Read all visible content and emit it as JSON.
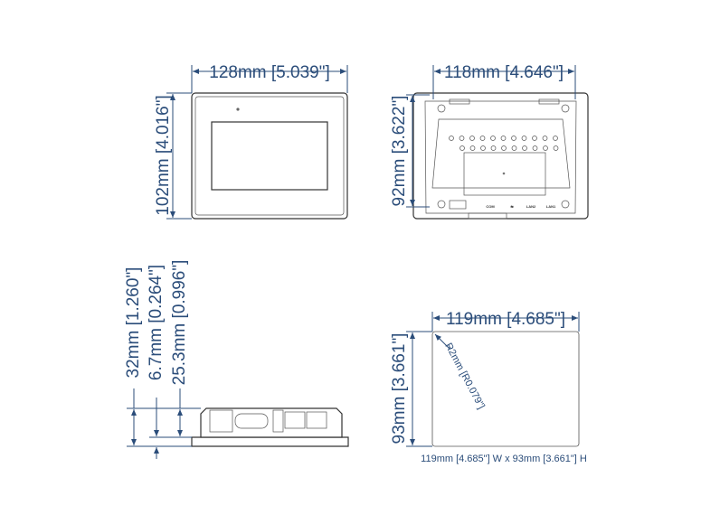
{
  "front_view": {
    "width_label": "128mm [5.039\"]",
    "height_label": "102mm [4.016\"]"
  },
  "back_view": {
    "width_label": "118mm [4.646\"]",
    "height_label": "92mm [3.622\"]",
    "port_labels": [
      "COM",
      "LAN2",
      "LAN1"
    ]
  },
  "side_view": {
    "total_depth_label": "32mm [1.260\"]",
    "bezel_label": "6.7mm [0.264\"]",
    "body_label": "25.3mm [0.996\"]"
  },
  "cutout": {
    "width_label": "119mm [4.685\"]",
    "height_label": "93mm [3.661\"]",
    "radius_label": "R2mm [R0.079\"]",
    "caption": "119mm [4.685\"] W x 93mm [3.661\"] H"
  },
  "colors": {
    "dimension": "#2b4d7a",
    "outline": "#333333"
  }
}
